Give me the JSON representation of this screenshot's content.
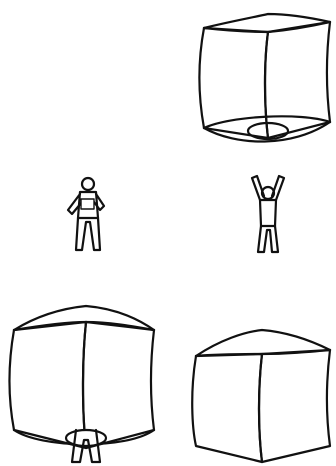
{
  "illustration": {
    "panels": [
      {
        "id": "cube-raised",
        "icon": "cube-bottom-opening-icon"
      },
      {
        "id": "person-holding",
        "icon": "person-holding-object-icon"
      },
      {
        "id": "person-arms-raised",
        "icon": "person-arms-raised-icon"
      },
      {
        "id": "cube-with-person-inside",
        "icon": "cube-over-person-icon"
      },
      {
        "id": "cube-closed",
        "icon": "cube-icon"
      }
    ],
    "colors": {
      "ink": "#111111",
      "background": "#ffffff"
    }
  }
}
